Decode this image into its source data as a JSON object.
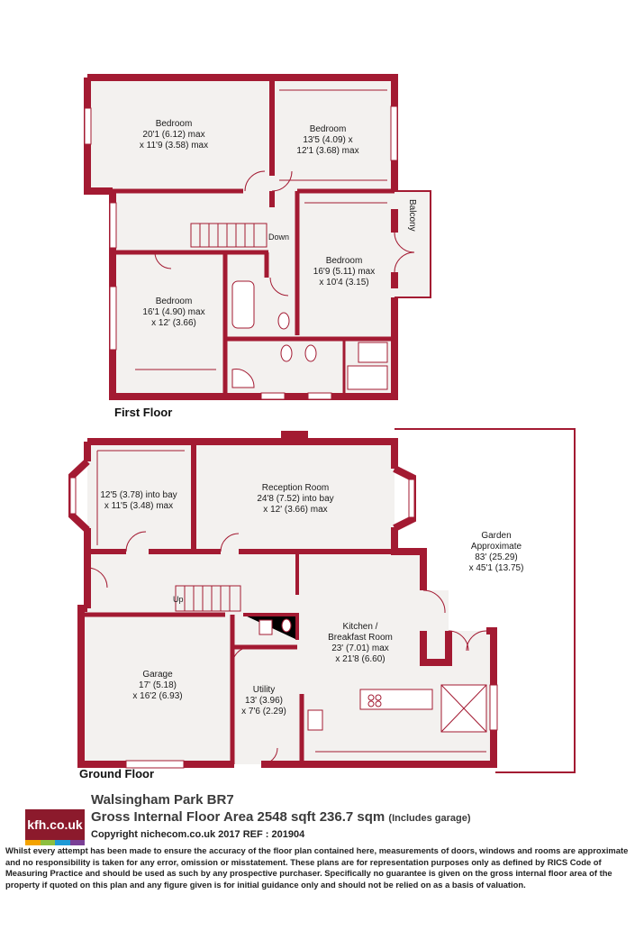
{
  "colors": {
    "wall": "#a31a32",
    "floor": "#f3f1ef",
    "text": "#1a1a1a"
  },
  "first_floor": {
    "label": "First Floor",
    "rooms": [
      {
        "name": "Bedroom",
        "dim1": "20'1 (6.12) max",
        "dim2": "x 11'9 (3.58) max"
      },
      {
        "name": "Bedroom",
        "dim1": "13'5 (4.09) x",
        "dim2": "12'1 (3.68) max"
      },
      {
        "name": "Bedroom",
        "dim1": "16'9 (5.11) max",
        "dim2": "x 10'4 (3.15)"
      },
      {
        "name": "Bedroom",
        "dim1": "16'1 (4.90) max",
        "dim2": "x 12' (3.66)"
      }
    ],
    "balcony": "Balcony",
    "down": "Down"
  },
  "ground_floor": {
    "label": "Ground Floor",
    "rooms": [
      {
        "name": "",
        "dim1": "12'5 (3.78) into bay",
        "dim2": "x 11'5 (3.48) max"
      },
      {
        "name": "Reception Room",
        "dim1": "24'8 (7.52) into bay",
        "dim2": "x 12' (3.66) max"
      },
      {
        "name": "Kitchen /",
        "name2": "Breakfast Room",
        "dim1": "23' (7.01) max",
        "dim2": "x 21'8 (6.60)"
      },
      {
        "name": "Garage",
        "dim1": "17' (5.18)",
        "dim2": "x 16'2 (6.93)"
      },
      {
        "name": "Utility",
        "dim1": "13' (3.96)",
        "dim2": "x 7'6 (2.29)"
      }
    ],
    "garden": {
      "name": "Garden",
      "line2": "Approximate",
      "dim1": "83' (25.29)",
      "dim2": "x 45'1 (13.75)"
    },
    "up": "Up"
  },
  "footer": {
    "logo": "kfh.co.uk",
    "title": "Walsingham Park  BR7",
    "area_main": "Gross Internal Floor Area 2548 sqft 236.7 sqm",
    "area_note": "(Includes garage)",
    "copyright": "Copyright nichecom.co.uk 2017 REF : 201904",
    "disclaimer": "Whilst every attempt has been made to ensure the accuracy of the floor plan contained here, measurements of doors, windows and rooms are approximate and no responsibility is taken for any error, omission or misstatement. These plans are for representation purposes only as defined by RICS Code of Measuring Practice and should be used as such by any prospective purchaser.  Specifically no guarantee is given on the gross internal floor area of the property if quoted on this plan and any figure given is for initial guidance only and should not be relied on as a basis of valuation."
  }
}
